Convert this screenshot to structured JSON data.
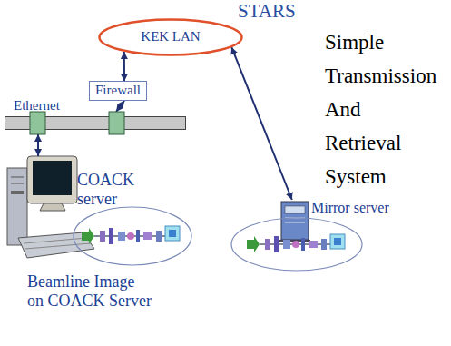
{
  "diagram": {
    "title": "STARS",
    "nodes": [
      {
        "text": [
          "KEK LAN"
        ]
      },
      {
        "text": [
          "Firewall"
        ]
      },
      {
        "text": [
          "Ethernet"
        ]
      },
      {
        "text": [
          "COACK server"
        ]
      },
      {
        "text": [
          "Beamline Image on COACK Server"
        ]
      },
      {
        "text": [
          "Mirror server"
        ]
      }
    ],
    "edges": [
      {
        "from": 0,
        "to": 1,
        "arrow": "both"
      },
      {
        "from": 1,
        "to": 2,
        "arrow": "both"
      },
      {
        "from": 2,
        "to": 3,
        "arrow": "both"
      },
      {
        "from": 0,
        "to": 5,
        "arrow": "both"
      }
    ],
    "labels": [
      "Simple Transmission And Retrieval System"
    ]
  }
}
